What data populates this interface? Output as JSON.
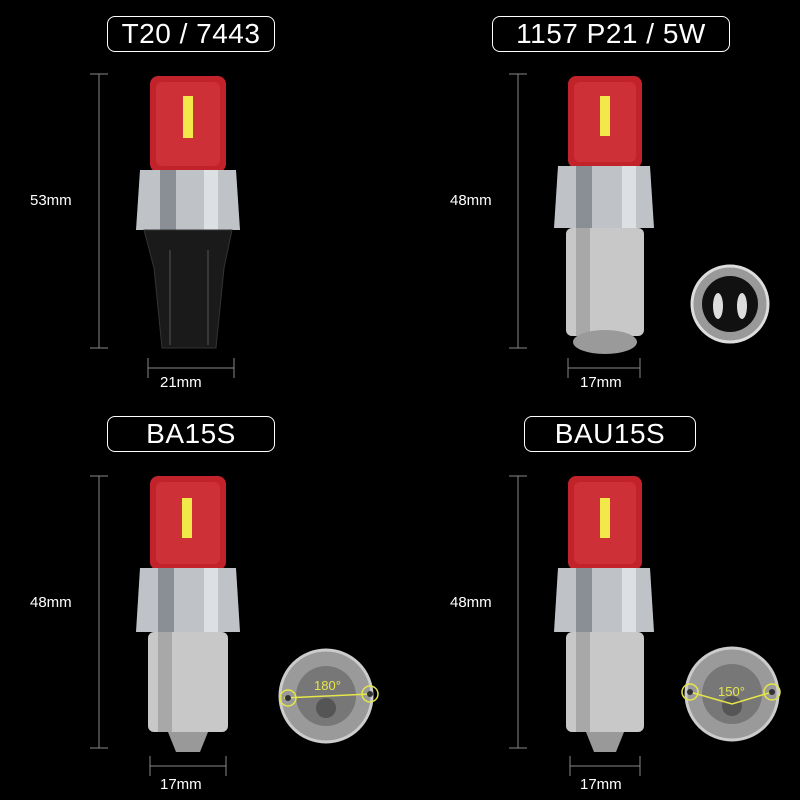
{
  "bulbs": [
    {
      "title": "T20 / 7443",
      "height_label": "53mm",
      "width_label": "21mm"
    },
    {
      "title": "1157  P21 / 5W",
      "height_label": "48mm",
      "width_label": "17mm"
    },
    {
      "title": "BA15S",
      "height_label": "48mm",
      "width_label": "17mm",
      "angle_label": "180°"
    },
    {
      "title": "BAU15S",
      "height_label": "48mm",
      "width_label": "17mm",
      "angle_label": "150°"
    }
  ],
  "colors": {
    "background": "#000000",
    "lens_red": "#c2222a",
    "led_yellow": "#f3e84a",
    "housing_silver": "#bfc3c8",
    "base_black": "#1a1a1a",
    "angle_yellow": "#e6e64a"
  }
}
